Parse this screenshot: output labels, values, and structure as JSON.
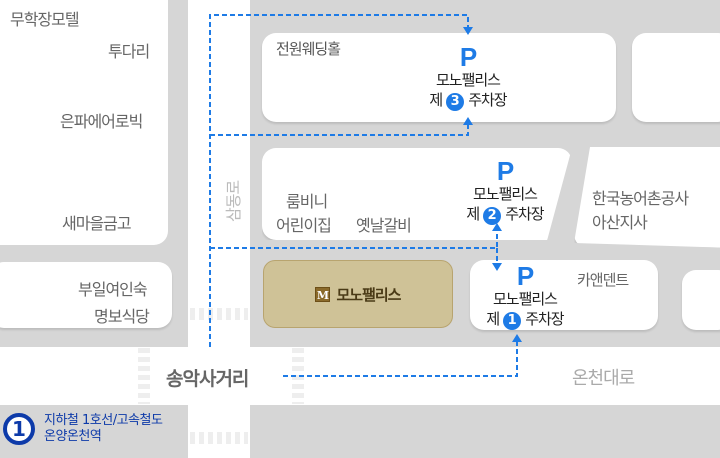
{
  "places": {
    "motel": "무학장모텔",
    "tudari": "투다리",
    "eunpa": "은파에어로빅",
    "saemaul": "새마을금고",
    "buil": "부일여인숙",
    "myeongbo": "명보식당",
    "wedding": "전원웨딩홀",
    "roombini": "룸비니",
    "daycare": "어린이집",
    "galbi": "옛날갈비",
    "nonghyup1": "한국농어촌공사",
    "nonghyup2": "아산지사",
    "carent": "카앤덴트"
  },
  "roads": {
    "samdong": "삼동로",
    "oncheon": "온천대로",
    "intersection": "송악사거리"
  },
  "building": {
    "badge": "M",
    "name": "모노팰리스"
  },
  "parking": [
    {
      "p": "P",
      "name": "모노팰리스",
      "prefix": "제",
      "num": "1",
      "suffix": "주차장"
    },
    {
      "p": "P",
      "name": "모노팰리스",
      "prefix": "제",
      "num": "2",
      "suffix": "주차장"
    },
    {
      "p": "P",
      "name": "모노팰리스",
      "prefix": "제",
      "num": "3",
      "suffix": "주차장"
    }
  ],
  "subway": {
    "num": "1",
    "line": "지하철 1호선/고속철도",
    "station": "온양온천역"
  },
  "colors": {
    "route": "#1e7be6",
    "subway": "#0d3aa9",
    "building": "#cfc297"
  }
}
